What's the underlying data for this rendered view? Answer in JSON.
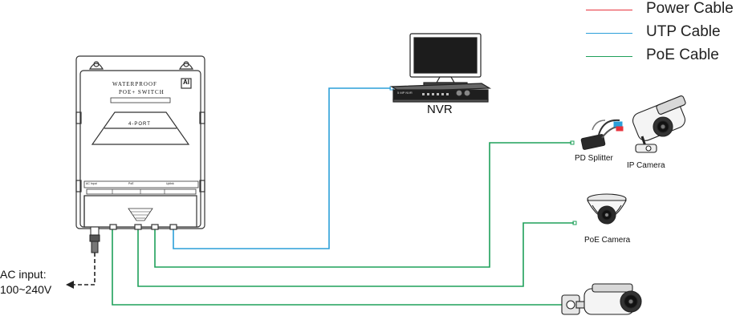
{
  "legend": [
    {
      "label": "Power Cable",
      "color": "#e8323c"
    },
    {
      "label": "UTP Cable",
      "color": "#2b9fd9"
    },
    {
      "label": "PoE Cable",
      "color": "#1ea05a"
    }
  ],
  "switch": {
    "line1": "WATERPROOF",
    "line2": "POE+ SWITCH",
    "line3": "4-PORT",
    "logo": "AI",
    "port_labels": [
      "AC Input",
      "PoE",
      "Uplink"
    ]
  },
  "devices": {
    "nvr": "NVR",
    "nvr_brand": "5 MP NVR",
    "pd_splitter": "PD Splitter",
    "ip_camera": "IP Camera",
    "poe_camera": "PoE Camera"
  },
  "ac_input": {
    "line1": "AC input:",
    "line2": "100~240V"
  }
}
